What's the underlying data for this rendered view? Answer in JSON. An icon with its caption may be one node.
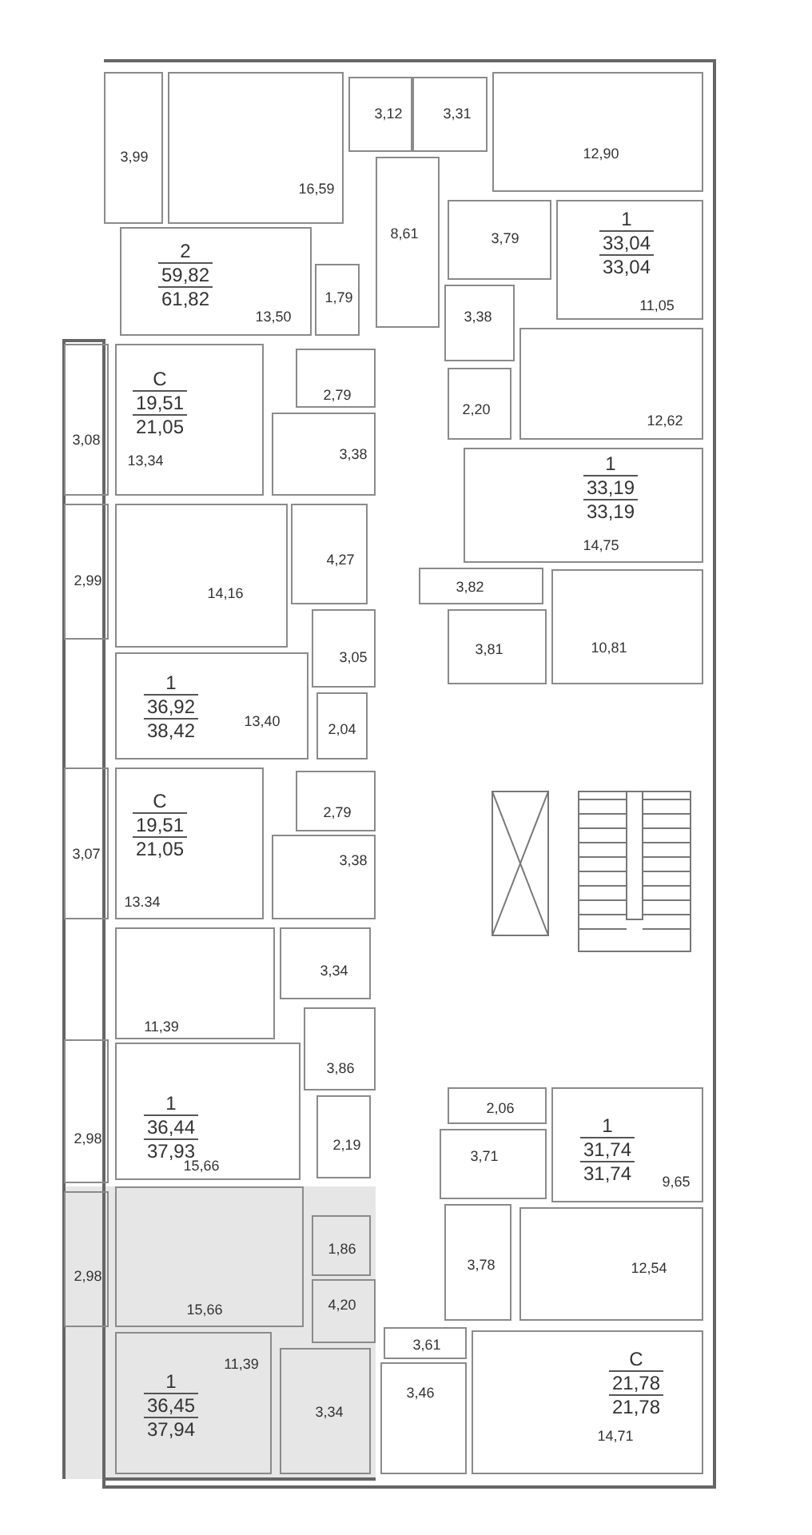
{
  "diagram": {
    "nodes": [
      {
        "text": [
          "3,99"
        ]
      },
      {
        "text": [
          "16,59"
        ]
      },
      {
        "text": [
          "3,12"
        ]
      },
      {
        "text": [
          "3,31"
        ]
      },
      {
        "text": [
          "12,90"
        ]
      },
      {
        "text": [
          "8,61"
        ]
      },
      {
        "text": [
          "3,79"
        ]
      },
      {
        "text": [
          "11,05"
        ]
      },
      {
        "text": [
          "13,50"
        ]
      },
      {
        "text": [
          "1,79"
        ]
      },
      {
        "text": [
          "3,38"
        ]
      },
      {
        "text": [
          "2,20"
        ]
      },
      {
        "text": [
          "12,62"
        ]
      },
      {
        "text": [
          "2,79"
        ]
      },
      {
        "text": [
          "3,08"
        ]
      },
      {
        "text": [
          "13,34"
        ]
      },
      {
        "text": [
          "3,38"
        ]
      },
      {
        "text": [
          "14,75"
        ]
      },
      {
        "text": [
          "2,99"
        ]
      },
      {
        "text": [
          "14,16"
        ]
      },
      {
        "text": [
          "4,27"
        ]
      },
      {
        "text": [
          "3,82"
        ]
      },
      {
        "text": [
          "10,81"
        ]
      },
      {
        "text": [
          "3,81"
        ]
      },
      {
        "text": [
          "3,05"
        ]
      },
      {
        "text": [
          "13,40"
        ]
      },
      {
        "text": [
          "2,04"
        ]
      },
      {
        "text": [
          "2,79"
        ]
      },
      {
        "text": [
          "3,07"
        ]
      },
      {
        "text": [
          "13.34"
        ]
      },
      {
        "text": [
          "3,38"
        ]
      },
      {
        "text": [
          "3,34"
        ]
      },
      {
        "text": [
          "11,39"
        ]
      },
      {
        "text": [
          "3,86"
        ]
      },
      {
        "text": [
          "2,98"
        ]
      },
      {
        "text": [
          "15,66"
        ]
      },
      {
        "text": [
          "2,19"
        ]
      },
      {
        "text": [
          "2,06"
        ]
      },
      {
        "text": [
          "3,71"
        ]
      },
      {
        "text": [
          "9,65"
        ]
      },
      {
        "text": [
          "3,78"
        ]
      },
      {
        "text": [
          "12,54"
        ]
      },
      {
        "text": [
          "2,98"
        ]
      },
      {
        "text": [
          "15,66"
        ]
      },
      {
        "text": [
          "1,86"
        ]
      },
      {
        "text": [
          "4,20"
        ]
      },
      {
        "text": [
          "3,61"
        ]
      },
      {
        "text": [
          "11,39"
        ]
      },
      {
        "text": [
          "3,34"
        ]
      },
      {
        "text": [
          "3,46"
        ]
      },
      {
        "text": [
          "14,71"
        ]
      }
    ],
    "labels": [
      "2",
      "59,82",
      "61,82",
      "1",
      "33,04",
      "33,04",
      "C",
      "19,51",
      "21,05",
      "1",
      "33,19",
      "33,19",
      "1",
      "36,92",
      "38,42",
      "C",
      "19,51",
      "21,05",
      "1",
      "36,44",
      "37,93",
      "1",
      "31,74",
      "31,74",
      "1",
      "36,45",
      "37,94",
      "C",
      "21,78",
      "21,78"
    ]
  }
}
